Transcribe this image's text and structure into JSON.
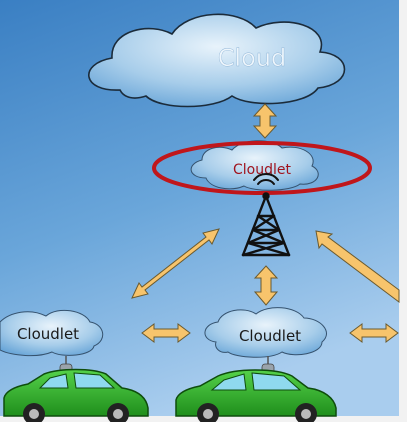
{
  "diagram": {
    "cloud_label": "Cloud",
    "top_cloudlet_label": "Cloudlet",
    "left_cloudlet_label": "Cloudlet",
    "center_cloudlet_label": "Cloudlet"
  },
  "colors": {
    "sky_top": "#3f86c8",
    "sky_bottom": "#8fbfe6",
    "arrow_fill": "#f7c46c",
    "arrow_stroke": "#6b5a2e",
    "highlight_ellipse": "#c0161b",
    "top_cloudlet_text": "#a0141e",
    "cloudlet_text": "#1a1a1a",
    "car_body": "#2fb52a",
    "car_window": "#8fd9ee",
    "tower": "#111111"
  },
  "icons": [
    "cloud-icon",
    "cloudlet-icon",
    "tower-icon",
    "car-icon",
    "double-arrow-icon"
  ]
}
